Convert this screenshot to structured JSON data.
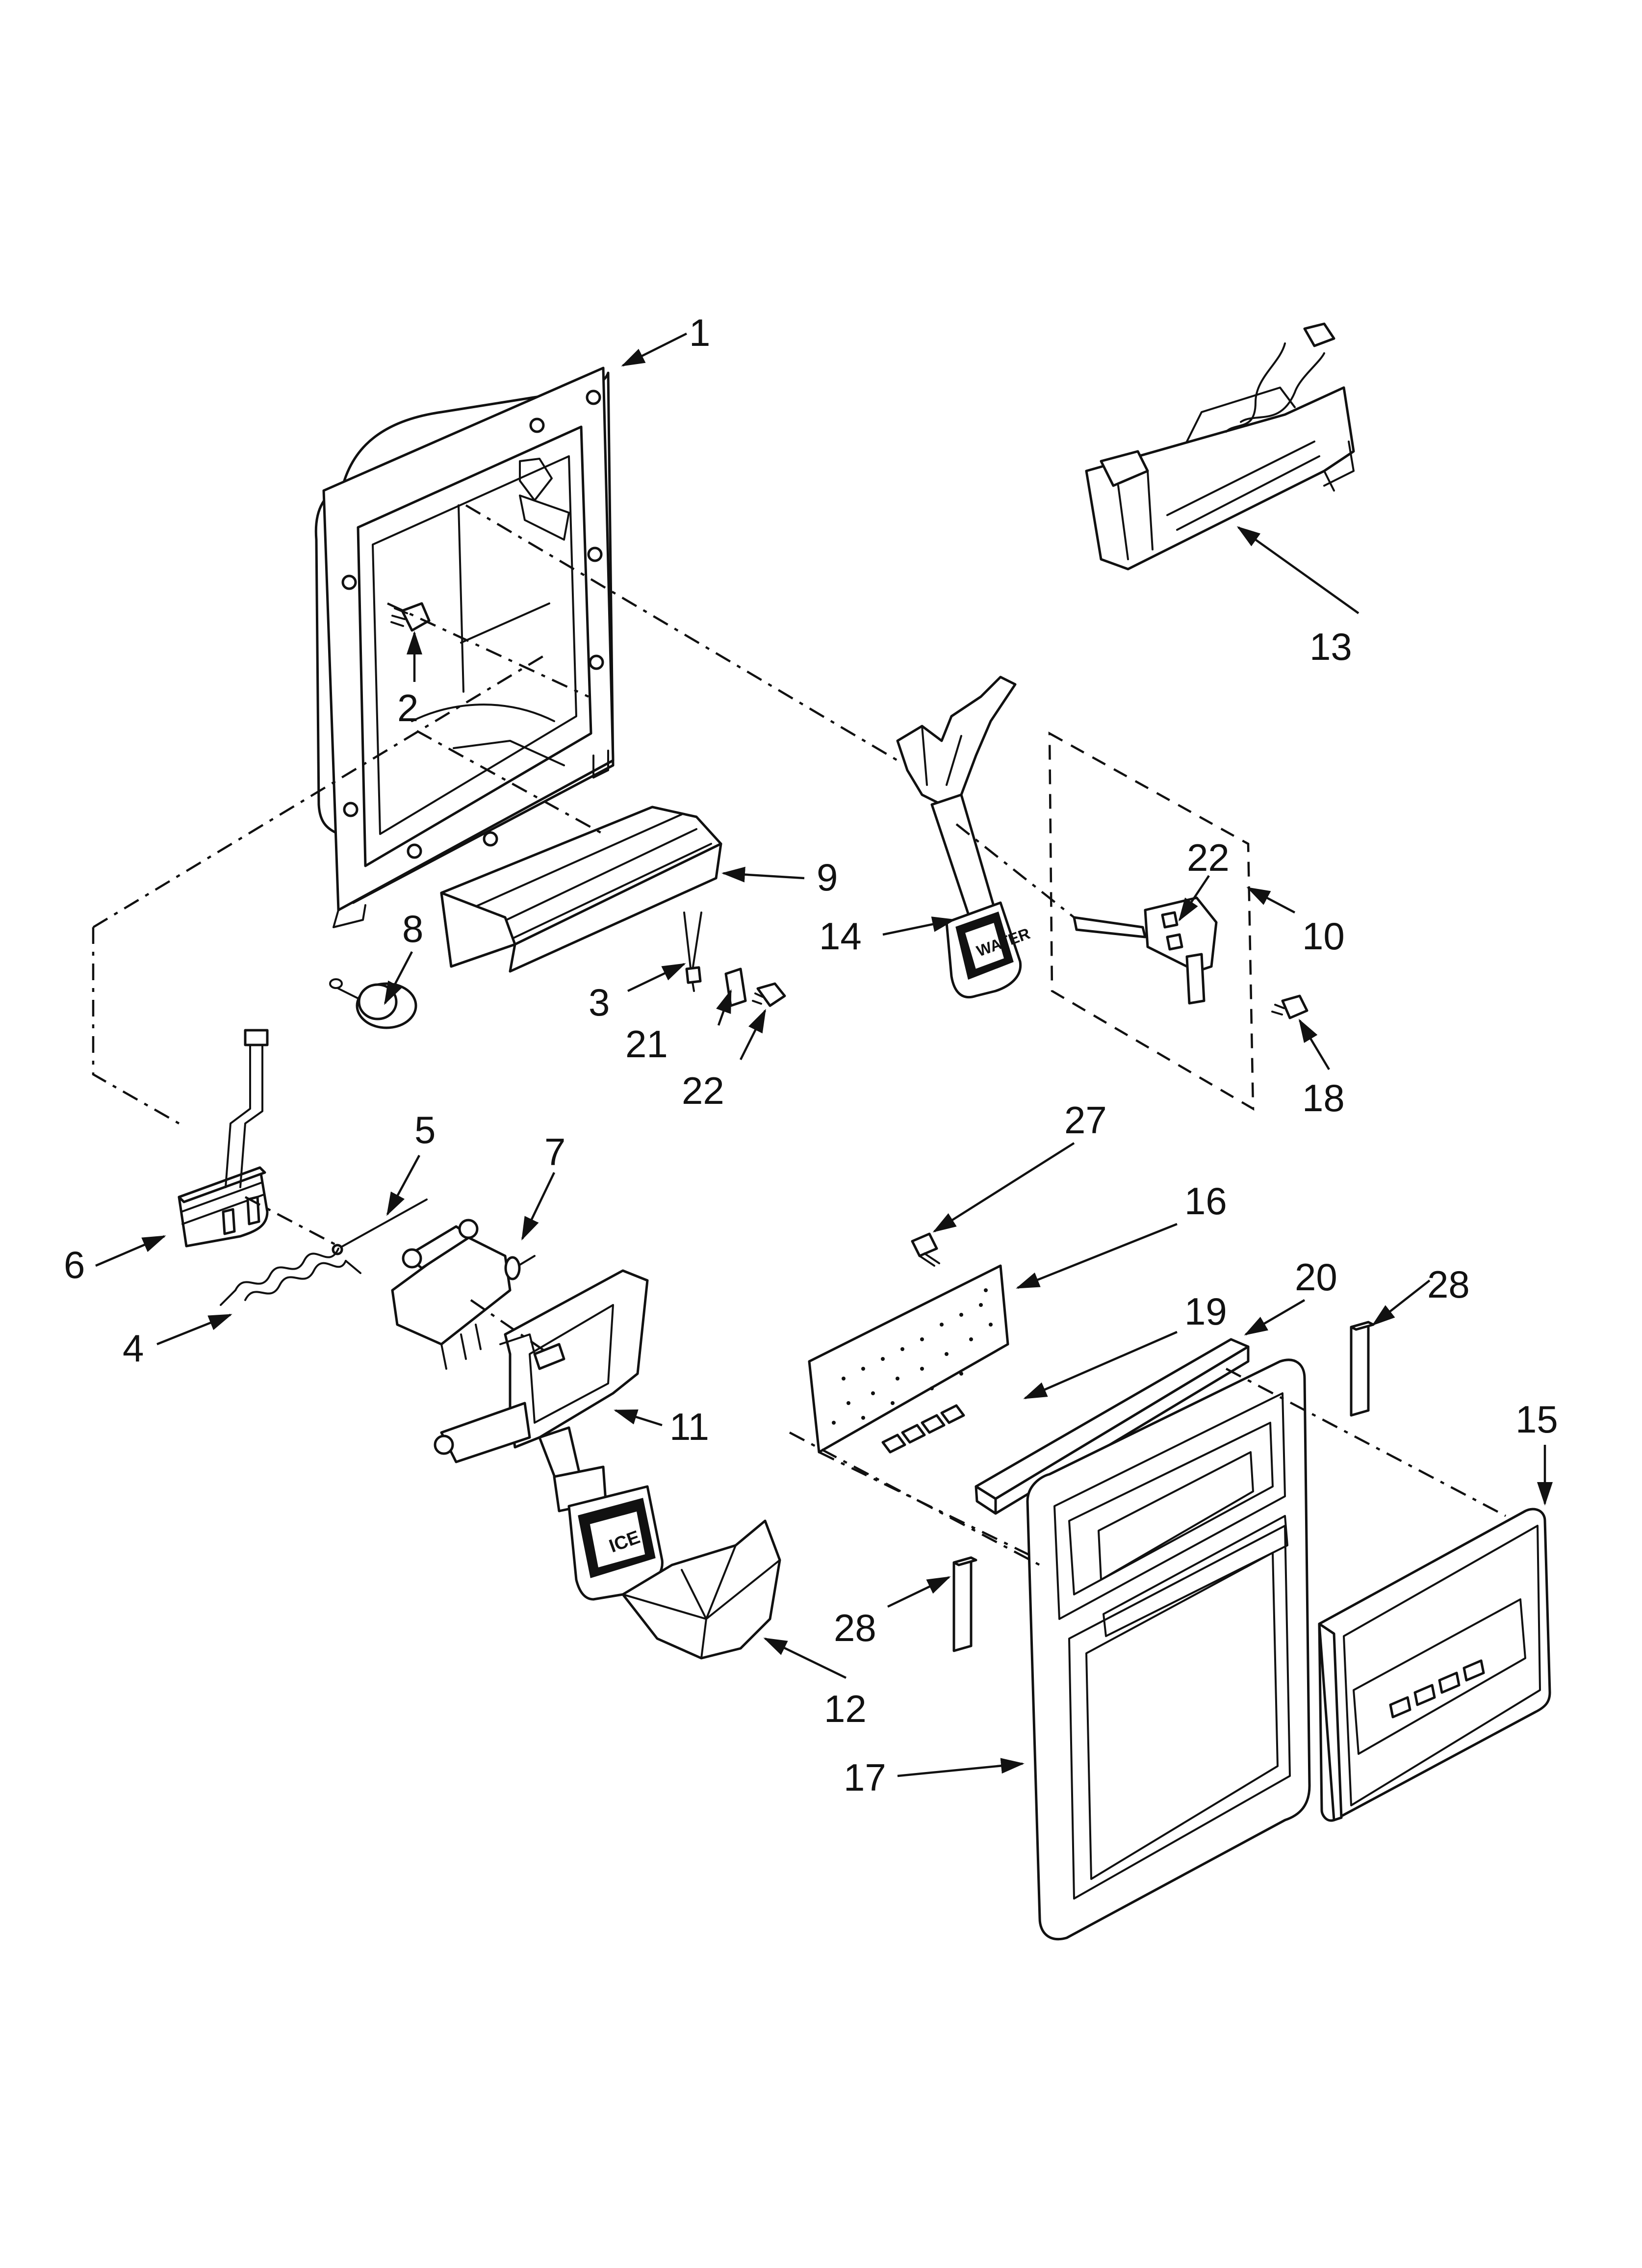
{
  "callouts": {
    "c1": "1",
    "c2": "2",
    "c3": "3",
    "c4": "4",
    "c5": "5",
    "c6": "6",
    "c7": "7",
    "c8": "8",
    "c9": "9",
    "c10": "10",
    "c11": "11",
    "c12": "12",
    "c13": "13",
    "c14": "14",
    "c15": "15",
    "c16": "16",
    "c17": "17",
    "c18": "18",
    "c19": "19",
    "c20": "20",
    "c21": "21",
    "c22a": "22",
    "c22b": "22",
    "c27": "27",
    "c28a": "28",
    "c28b": "28"
  },
  "pad_labels": {
    "water": "WATER",
    "ice": "ICE"
  },
  "colors": {
    "ink": "#111111",
    "paper": "#ffffff"
  }
}
